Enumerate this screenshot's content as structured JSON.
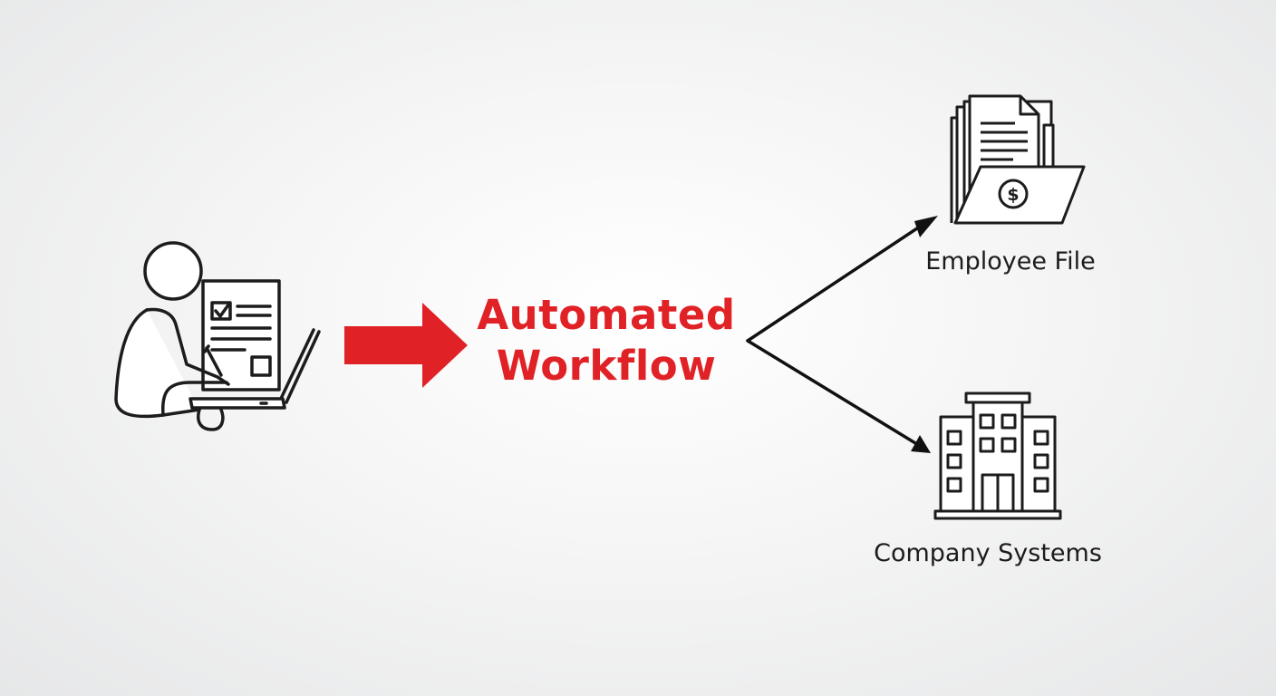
{
  "diagram": {
    "title_line1": "Automated",
    "title_line2": "Workflow",
    "outputs": [
      {
        "label": "Employee File"
      },
      {
        "label": "Company Systems"
      }
    ]
  },
  "colors": {
    "accent": "#e02126",
    "stroke": "#1c1c1c",
    "background": "#f3f3f3"
  },
  "icons": {
    "source": "person-with-laptop-and-form-icon",
    "flow": "right-arrow-icon",
    "output_1": "folder-with-documents-and-dollar-icon",
    "output_2": "office-building-icon"
  }
}
